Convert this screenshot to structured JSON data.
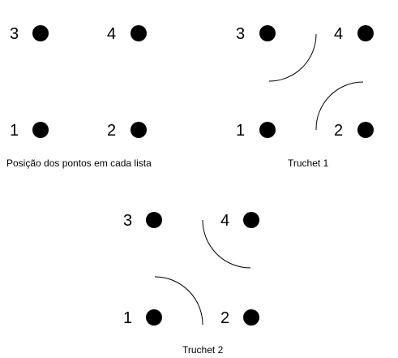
{
  "panels": [
    {
      "caption": "Posição dos pontos em cada lista",
      "points": [
        {
          "label": "3"
        },
        {
          "label": "4"
        },
        {
          "label": "1"
        },
        {
          "label": "2"
        }
      ]
    },
    {
      "caption": "Truchet 1",
      "points": [
        {
          "label": "3"
        },
        {
          "label": "4"
        },
        {
          "label": "1"
        },
        {
          "label": "2"
        }
      ]
    },
    {
      "caption": "Truchet 2",
      "points": [
        {
          "label": "3"
        },
        {
          "label": "4"
        },
        {
          "label": "1"
        },
        {
          "label": "2"
        }
      ]
    }
  ]
}
